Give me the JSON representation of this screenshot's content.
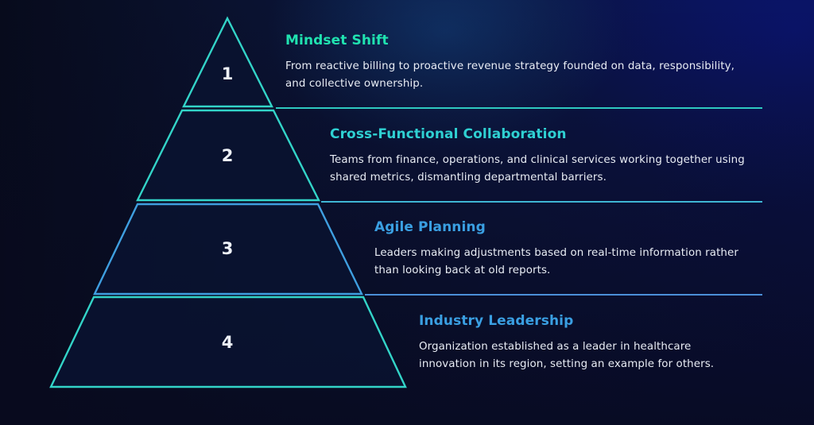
{
  "diagram": {
    "type": "pyramid",
    "levels": [
      {
        "number": "1",
        "title": "Mindset Shift",
        "description_line1": "From reactive billing to proactive revenue strategy founded on data, responsibility,",
        "description_line2": "and collective ownership.",
        "title_color": "#20e2b0",
        "stroke_color": "#33d4c8",
        "separator_color": "#2ec9c0"
      },
      {
        "number": "2",
        "title": "Cross-Functional Collaboration",
        "description_line1": "Teams from finance, operations, and clinical services working together using",
        "description_line2": "shared metrics, dismantling departmental barriers.",
        "title_color": "#2fd0d2",
        "stroke_color": "#33d4c8",
        "separator_color": "#3fb6d4"
      },
      {
        "number": "3",
        "title": "Agile Planning",
        "description_line1": "Leaders making adjustments based on real-time information rather",
        "description_line2": "than looking back at old reports.",
        "title_color": "#3a9fe2",
        "stroke_color": "#3f9fe0",
        "separator_color": "#4b8fd8"
      },
      {
        "number": "4",
        "title": "Industry Leadership",
        "description_line1": "Organization established as a leader in healthcare",
        "description_line2": "innovation in its region, setting an example for others.",
        "title_color": "#3a9fe2",
        "stroke_color": "#33d4c8",
        "separator_color": null
      }
    ]
  },
  "colors": {
    "segment_fill": "#0a1230",
    "number_color": "#eef2f8",
    "description_color": "#e8ecf4"
  }
}
